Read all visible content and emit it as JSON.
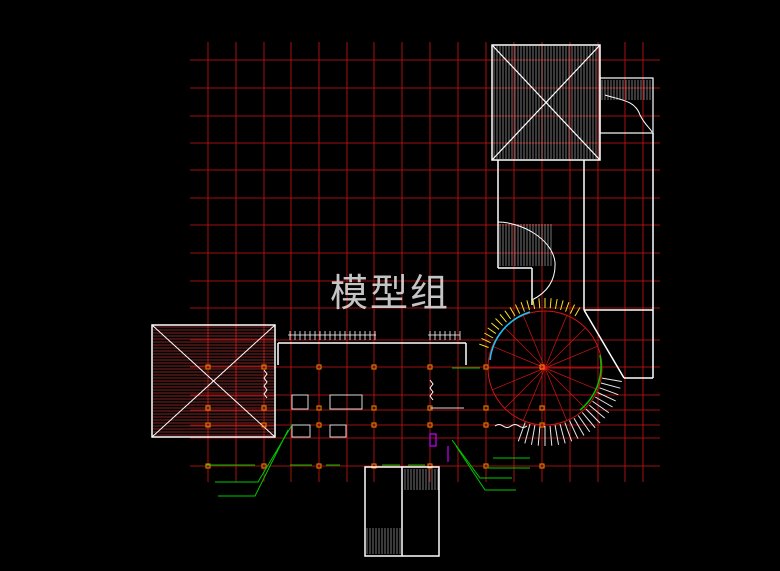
{
  "watermark": {
    "text": "模型组"
  },
  "colors": {
    "background": "#000000",
    "grid": "#d11414",
    "wall": "#ffffff",
    "hatch": "#e8e8e8",
    "roof_hatch": "#ff4a4a",
    "annotation": "#00c800",
    "stair_yellow": "#ffe020",
    "stair_cyan": "#10c8ff",
    "column": "#ff8a00",
    "magenta": "#c800ff"
  },
  "icons": [
    "column-marker",
    "spiral-stair",
    "hip-roof"
  ]
}
